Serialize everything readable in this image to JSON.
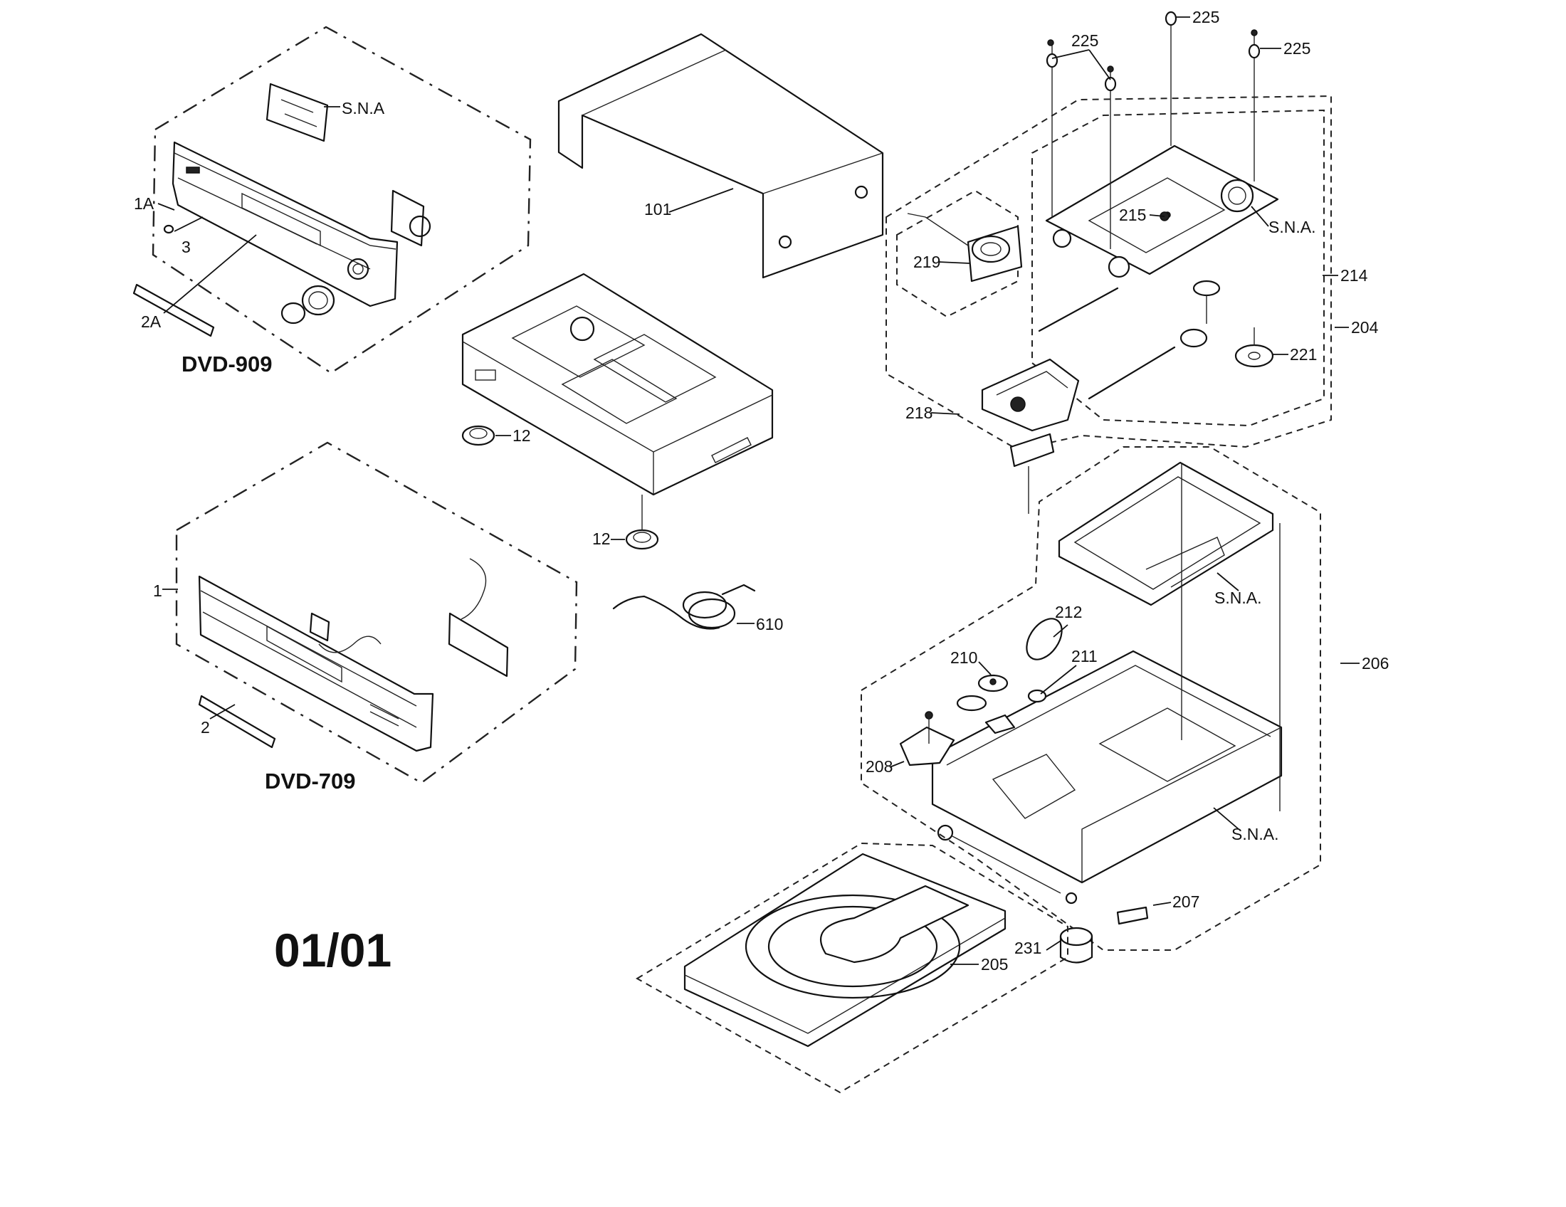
{
  "models": {
    "top": "DVD-909",
    "bottom": "DVD-709"
  },
  "page": "01/01",
  "labels": {
    "p1": "1",
    "p1A": "1A",
    "p2": "2",
    "p2A": "2A",
    "p3": "3",
    "p12a": "12",
    "p12b": "12",
    "p101": "101",
    "p610": "610",
    "p204": "204",
    "p205": "205",
    "p206": "206",
    "p207": "207",
    "p208": "208",
    "p210": "210",
    "p211": "211",
    "p212": "212",
    "p214": "214",
    "p215": "215",
    "p218": "218",
    "p219": "219",
    "p221": "221",
    "p225a": "225",
    "p225b": "225",
    "p225c": "225",
    "p231": "231",
    "sna1": "S.N.A",
    "sna2": "S.N.A.",
    "sna3": "S.N.A.",
    "sna4": "S.N.A."
  }
}
